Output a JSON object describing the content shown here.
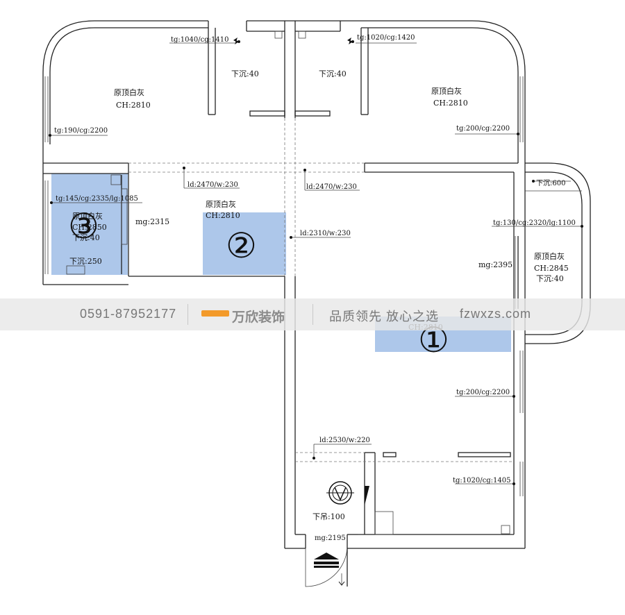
{
  "colors": {
    "highlight": "#9fbde6",
    "watermark_text": "#777777",
    "watermark_accent": "#f39a2a"
  },
  "labels": {
    "win_top_left": "tg:1040/cg:1410",
    "win_top_right": "tg:1020/cg:1420",
    "sink_left": "下沉:40",
    "sink_mid": "下沉:40",
    "room_tl_name": "原顶白灰",
    "room_tl_ch": "CH:2810",
    "room_tr_name": "原顶白灰",
    "room_tr_ch": "CH:2810",
    "win_left": "tg:190/cg:2200",
    "win_right_upper": "tg:200/cg:2200",
    "door_left": "ld:2470/w:230",
    "door_mid": "ld:2470/w:230",
    "sink_balcony": "下沉:600",
    "win_room3": "tg:145/cg:2335/lg:1085",
    "room3_name": "原顶白灰",
    "room3_ch": "CH:2850",
    "room3_sink": "下沉:40",
    "mg_left": "mg:2315",
    "room2_name": "原顶白灰",
    "room2_ch": "CH:2810",
    "door_center": "ld:2310/w:230",
    "win_balcony": "tg:130/cg:2320/lg:1100",
    "balcony_name": "原顶白灰",
    "balcony_ch": "CH:2845",
    "balcony_sink": "下沉:40",
    "mg_right": "mg:2395",
    "sink_room3_bottom": "下沉:250",
    "room1_ch": "CH:2810",
    "win_right_lower": "tg:200/cg:2200",
    "door_bottom": "ld:2530/w:220",
    "win_bottom_right": "tg:1020/cg:1405",
    "ceiling_drop": "下吊:100",
    "mg_entry": "mg:2195"
  },
  "markers": {
    "m1": "①",
    "m2": "②",
    "m3": "③"
  },
  "watermark": {
    "phone": "0591-87952177",
    "brand": "万欣装饰",
    "slogan": "品质领先 放心之选",
    "site": "fzwxzs.com"
  },
  "icons": {
    "compass": "compass-icon",
    "entry_arrow": "entry-arrow-icon",
    "window_markers": "window-marker-icon"
  }
}
